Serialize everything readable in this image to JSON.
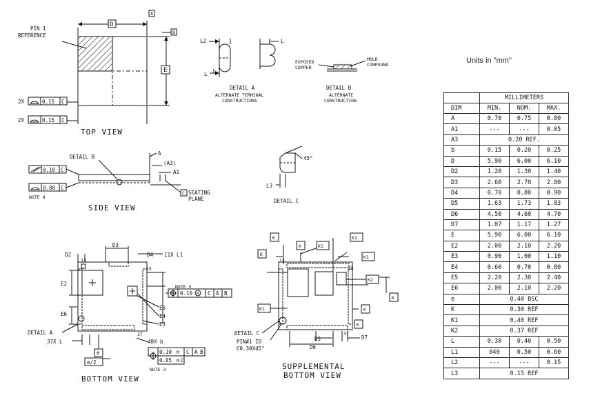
{
  "units_note": "Units in \"mm\"",
  "views": {
    "top": {
      "title": "TOP VIEW",
      "pin1_reference": [
        "PIN 1",
        "REFERENCE"
      ],
      "dim_d": "D",
      "dim_e": "E",
      "datum_a": "A",
      "datum_b": "B",
      "tol_1": {
        "prefix": "2X",
        "value": "0.15",
        "datum": "C"
      },
      "tol_2": {
        "prefix": "2X",
        "value": "0.15",
        "datum": "C"
      }
    },
    "detail_a": {
      "title": "DETAIL A",
      "caption": [
        "ALTERNATE TERMINAL",
        "CONSTRUCTIONS"
      ],
      "l2": "L2",
      "l_left": "L",
      "l_right": "L"
    },
    "detail_b": {
      "title": "DETAIL B",
      "caption": [
        "ALTERNATE",
        "CONSTRUCTION"
      ],
      "exposed": [
        "EXPOSED",
        "COPPER"
      ],
      "mold": [
        "MOLD",
        "COMPOUND"
      ]
    },
    "side": {
      "title": "SIDE VIEW",
      "detail_b_ref": "DETAIL B",
      "dim_a": "A",
      "dim_a3": "(A3)",
      "dim_a1": "A1",
      "tol_parallel": {
        "value": "0.10",
        "datum": "C"
      },
      "tol_flat": {
        "value": "0.08",
        "datum": "C"
      },
      "note4": "NOTE 4",
      "datum_c": "C",
      "seating": [
        "SEATING",
        "PLANE"
      ]
    },
    "detail_c": {
      "title": "DETAIL C",
      "angle": "45°",
      "l3": "L3"
    },
    "bottom": {
      "title": "BOTTOM VIEW",
      "d2": "D2",
      "d3": "D3",
      "d4": "D4",
      "l1": "11X L1",
      "pin13": "13",
      "pin25": "25",
      "pin37": "37",
      "e2": "E2",
      "e6": "E6",
      "e5": "E5",
      "e4": "E4",
      "e3": "E3",
      "note5": "NOTE 5",
      "pos_tol": {
        "value": "0.10",
        "mod": "M",
        "datums": [
          "C",
          "A",
          "B"
        ]
      },
      "detail_a_ref": "DETAIL A",
      "l37": "37X L",
      "b48": "48X b",
      "tol_b_1": {
        "value": "0.10",
        "mod": "M",
        "datums": [
          "C",
          "A",
          "B"
        ]
      },
      "tol_b_2": {
        "value": "0.05",
        "mod": "M",
        "datums": [
          "C"
        ]
      },
      "note3": "NOTE 3",
      "e": "e",
      "e_half": "e/2"
    },
    "supplemental": {
      "title": [
        "SUPPLEMENTAL",
        "BOTTOM VIEW"
      ],
      "k": "K",
      "k1": "K1",
      "k2": "K2",
      "pin13": "13",
      "pin25": "25",
      "pin37": "37",
      "d5": "D5",
      "d6": "D6",
      "d7": "D7",
      "detail_c_ref": "DETAIL C",
      "pin1_id": [
        "PIN#1 ID",
        "C0.30X45°"
      ]
    }
  },
  "table": {
    "header_group": "MILLIMETERS",
    "columns": [
      "DIM",
      "MIN.",
      "NOM.",
      "MAX."
    ],
    "rows": [
      {
        "dim": "A",
        "min": "0.70",
        "nom": "0.75",
        "max": "0.80"
      },
      {
        "dim": "A1",
        "min": "---",
        "nom": "---",
        "max": "0.05"
      },
      {
        "dim": "A3",
        "span": "0.20 REF."
      },
      {
        "dim": "b",
        "min": "0.15",
        "nom": "0.20",
        "max": "0.25"
      },
      {
        "dim": "D",
        "min": "5.90",
        "nom": "6.00",
        "max": "6.10"
      },
      {
        "dim": "D2",
        "min": "1.20",
        "nom": "1.30",
        "max": "1.40"
      },
      {
        "dim": "D3",
        "min": "2.60",
        "nom": "2.70",
        "max": "2.80"
      },
      {
        "dim": "D4",
        "min": "0.70",
        "nom": "0.80",
        "max": "0.90"
      },
      {
        "dim": "D5",
        "min": "1.63",
        "nom": "1.73",
        "max": "1.83"
      },
      {
        "dim": "D6",
        "min": "4.50",
        "nom": "4.60",
        "max": "4.70"
      },
      {
        "dim": "D7",
        "min": "1.07",
        "nom": "1.17",
        "max": "1.27"
      },
      {
        "dim": "E",
        "min": "5.90",
        "nom": "6.00",
        "max": "6.10"
      },
      {
        "dim": "E2",
        "min": "2.00",
        "nom": "2.10",
        "max": "2.20"
      },
      {
        "dim": "E3",
        "min": "0.90",
        "nom": "1.00",
        "max": "1.10"
      },
      {
        "dim": "E4",
        "min": "0.60",
        "nom": "0.70",
        "max": "0.80"
      },
      {
        "dim": "E5",
        "min": "2.20",
        "nom": "2.30",
        "max": "2.40"
      },
      {
        "dim": "E6",
        "min": "2.00",
        "nom": "2.10",
        "max": "2.20"
      },
      {
        "dim": "e",
        "span": "0.40 BSC"
      },
      {
        "dim": "K",
        "span": "0.30 REF"
      },
      {
        "dim": "K1",
        "span": "0.40 REF"
      },
      {
        "dim": "K2",
        "span": "0.37 REF"
      },
      {
        "dim": "L",
        "min": "0.30",
        "nom": "0.40",
        "max": "0.50"
      },
      {
        "dim": "L1",
        "min": "040",
        "nom": "0.50",
        "max": "0.60"
      },
      {
        "dim": "L2",
        "min": "---",
        "nom": "---",
        "max": "0.15"
      },
      {
        "dim": "L3",
        "span": "0.15 REF"
      }
    ]
  }
}
